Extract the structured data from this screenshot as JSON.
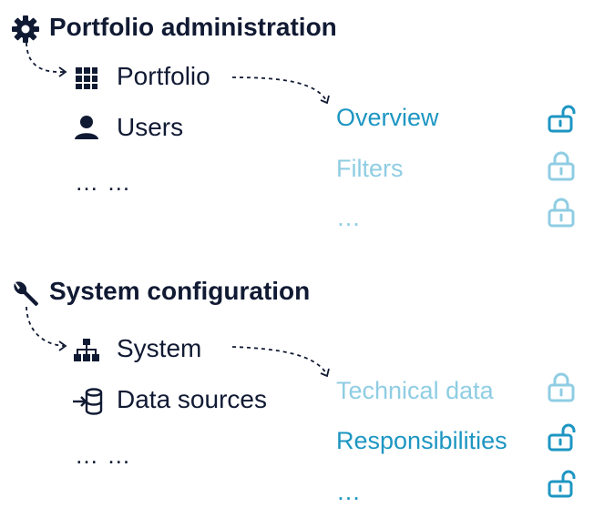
{
  "sections": [
    {
      "title": "Portfolio administration",
      "icon": "gear-icon",
      "items": [
        {
          "label": "Portfolio",
          "icon": "grid-icon"
        },
        {
          "label": "Users",
          "icon": "user-icon"
        },
        {
          "label": "… …",
          "icon": ""
        }
      ],
      "subitems": [
        {
          "label": "Overview",
          "state": "unlocked",
          "emphasis": "active"
        },
        {
          "label": "Filters",
          "state": "locked",
          "emphasis": "dim"
        },
        {
          "label": "…",
          "state": "locked",
          "emphasis": "dim"
        }
      ]
    },
    {
      "title": "System configuration",
      "icon": "wrench-icon",
      "items": [
        {
          "label": "System",
          "icon": "sitemap-icon"
        },
        {
          "label": "Data sources",
          "icon": "database-import-icon"
        },
        {
          "label": "… …",
          "icon": ""
        }
      ],
      "subitems": [
        {
          "label": "Technical data",
          "state": "locked",
          "emphasis": "dim"
        },
        {
          "label": "Responsibilities",
          "state": "unlocked",
          "emphasis": "active"
        },
        {
          "label": "…",
          "state": "unlocked",
          "emphasis": "active"
        }
      ]
    }
  ],
  "colors": {
    "text": "#111a33",
    "active": "#1d96c2",
    "dim": "#8fcde3"
  }
}
